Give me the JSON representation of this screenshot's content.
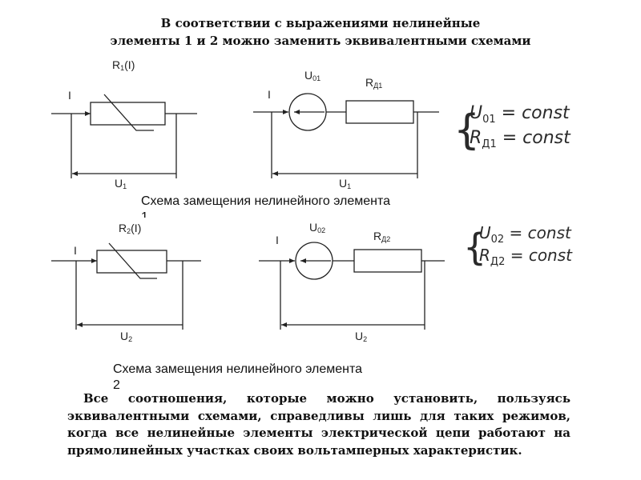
{
  "title": {
    "line1": "В соответствии с выражениями нелинейные",
    "line2": "элементы 1 и 2 можно заменить эквивалентными схемами"
  },
  "circuit1": {
    "resistor_label": "R",
    "resistor_sub": "1",
    "resistor_arg": "(I)",
    "current_label": "I",
    "voltage_label": "U",
    "voltage_sub": "1",
    "caption": "Схема замещения нелинейного элемента 1"
  },
  "equiv1": {
    "current_label": "I",
    "source_label": "U",
    "source_sub": "01",
    "resistor_label": "R",
    "resistor_sub": "Д1",
    "voltage_label": "U",
    "voltage_sub": "1"
  },
  "eq1": {
    "brace": "{",
    "line1_var": "U",
    "line1_sub": "01",
    "line1_rhs": " = const",
    "line2_var": "R",
    "line2_sub": "Д1",
    "line2_rhs": " = const"
  },
  "circuit2": {
    "resistor_label": "R",
    "resistor_sub": "2",
    "resistor_arg": "(I)",
    "current_label": "I",
    "voltage_label": "U",
    "voltage_sub": "2",
    "caption": "Схема замещения нелинейного элемента 2"
  },
  "equiv2": {
    "current_label": "I",
    "source_label": "U",
    "source_sub": "02",
    "resistor_label": "R",
    "resistor_sub": "Д2",
    "voltage_label": "U",
    "voltage_sub": "2"
  },
  "eq2": {
    "brace": "{",
    "line1_var": "U",
    "line1_sub": "02",
    "line1_rhs": " = const",
    "line2_var": "R",
    "line2_sub": "Д2",
    "line2_rhs": " = const"
  },
  "paragraph": "Все соотношения, которые можно установить, пользуясь эквивалентными схемами, справедливы лишь для таких режимов, когда все нелинейные элементы электрической цепи работают на прямолинейных участках своих вольтамперных характеристик."
}
